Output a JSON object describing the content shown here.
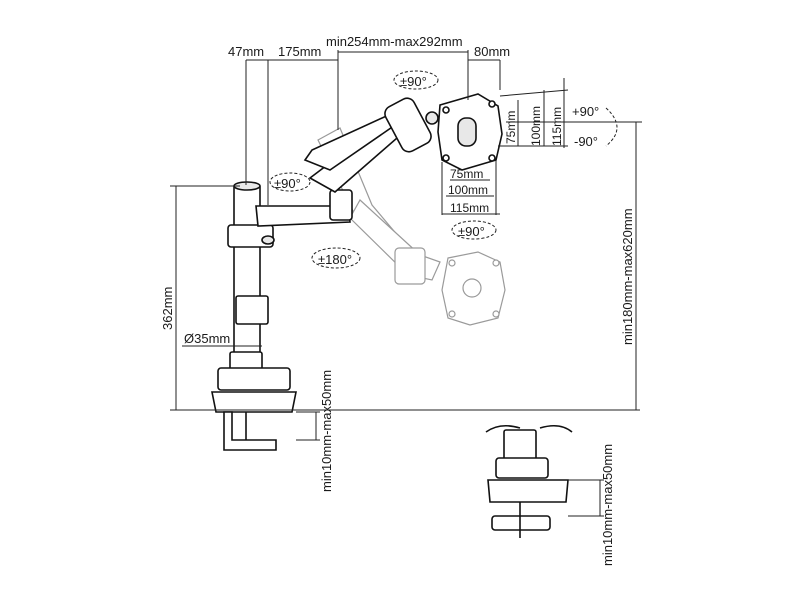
{
  "dimensions": {
    "pole_offset": "47mm",
    "arm_segment": "175mm",
    "arm_extension": "min254mm-max292mm",
    "vesa_offset": "80mm",
    "pole_height": "362mm",
    "pole_diameter": "Ø35mm",
    "clamp_thickness": "min10mm-max50mm",
    "grommet_thickness": "min10mm-max50mm",
    "height_range": "min180mm-max620mm"
  },
  "vesa": {
    "h_75": "75mm",
    "h_100": "100mm",
    "h_115": "115mm",
    "v_75": "75mm",
    "v_100": "100mm",
    "v_115": "115mm"
  },
  "rotations": {
    "tilt_top": "±90°",
    "arm_joint": "±90°",
    "base_swivel": "±180°",
    "plate_rotate": "±90°",
    "tilt_up": "+90°",
    "tilt_down": "-90°"
  }
}
